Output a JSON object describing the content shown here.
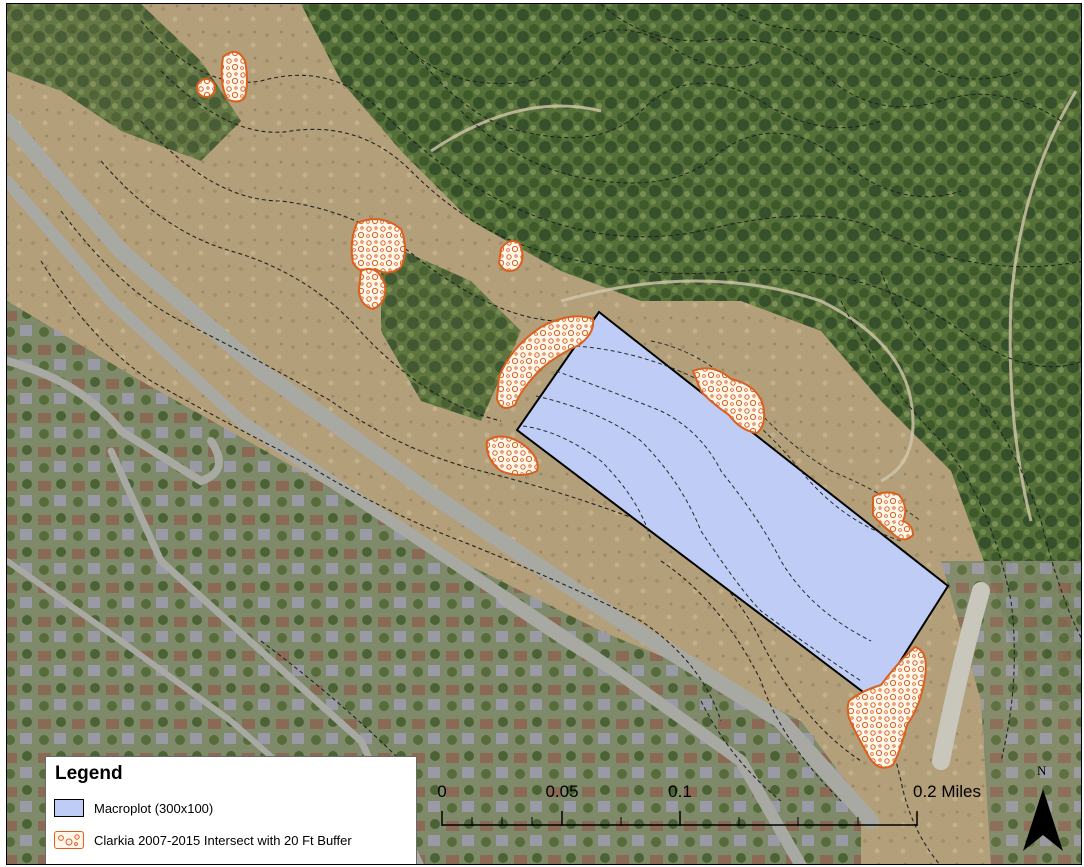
{
  "legend": {
    "title": "Legend",
    "items": [
      {
        "label": "Macroplot (300x100)",
        "fill": "#bfcdf6",
        "stroke": "#000000"
      },
      {
        "label": "Clarkia 2007-2015 Intersect with 20 Ft Buffer",
        "fill": "#fff5e8",
        "stroke": "#d9601e"
      }
    ]
  },
  "scale_bar": {
    "ticks": [
      "0",
      "0.05",
      "0.1",
      "0.2 Miles"
    ]
  },
  "north_arrow": {
    "label": "N"
  },
  "colors": {
    "macroplot_fill": "#bfcdf6",
    "clarkia_stroke": "#d9601e",
    "contour_line": "#222222",
    "road": "#a9a9a4",
    "dry_grass": "#b6a37c",
    "dense_tree": "#3f5a2c"
  }
}
